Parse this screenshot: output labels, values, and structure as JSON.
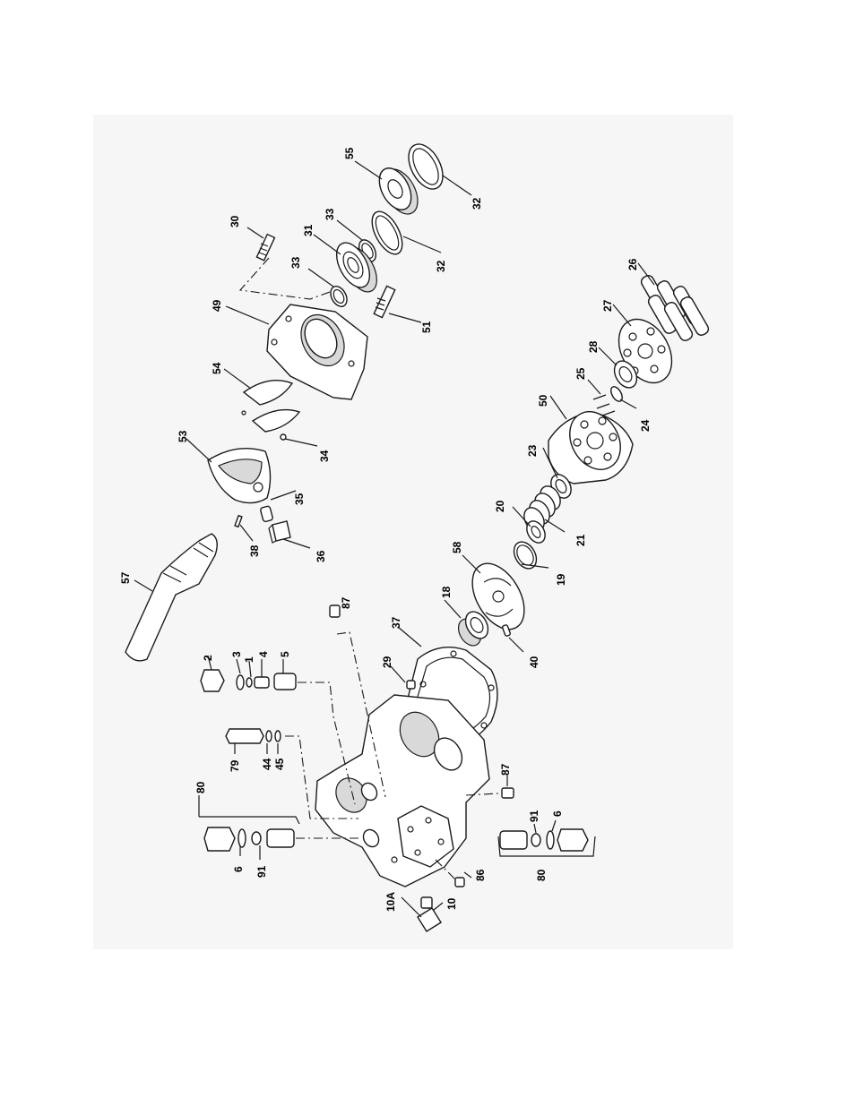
{
  "diagram": {
    "callouts": [
      {
        "key": "c55",
        "text": "55"
      },
      {
        "key": "c32a",
        "text": "32"
      },
      {
        "key": "c33a",
        "text": "33"
      },
      {
        "key": "c32b",
        "text": "32"
      },
      {
        "key": "c30",
        "text": "30"
      },
      {
        "key": "c31",
        "text": "31"
      },
      {
        "key": "c33b",
        "text": "33"
      },
      {
        "key": "c49",
        "text": "49"
      },
      {
        "key": "c51",
        "text": "51"
      },
      {
        "key": "c54",
        "text": "54"
      },
      {
        "key": "c53",
        "text": "53"
      },
      {
        "key": "c34",
        "text": "34"
      },
      {
        "key": "c35",
        "text": "35"
      },
      {
        "key": "c38",
        "text": "38"
      },
      {
        "key": "c36",
        "text": "36"
      },
      {
        "key": "c57",
        "text": "57"
      },
      {
        "key": "c26",
        "text": "26"
      },
      {
        "key": "c27",
        "text": "27"
      },
      {
        "key": "c28",
        "text": "28"
      },
      {
        "key": "c25",
        "text": "25"
      },
      {
        "key": "c24",
        "text": "24"
      },
      {
        "key": "c50",
        "text": "50"
      },
      {
        "key": "c23",
        "text": "23"
      },
      {
        "key": "c20",
        "text": "20"
      },
      {
        "key": "c21",
        "text": "21"
      },
      {
        "key": "c19",
        "text": "19"
      },
      {
        "key": "c58",
        "text": "58"
      },
      {
        "key": "c18",
        "text": "18"
      },
      {
        "key": "c40",
        "text": "40"
      },
      {
        "key": "c37",
        "text": "37"
      },
      {
        "key": "c87a",
        "text": "87"
      },
      {
        "key": "c29",
        "text": "29"
      },
      {
        "key": "c2",
        "text": "2"
      },
      {
        "key": "c3",
        "text": "3"
      },
      {
        "key": "c1",
        "text": "1"
      },
      {
        "key": "c4",
        "text": "4"
      },
      {
        "key": "c5",
        "text": "5"
      },
      {
        "key": "c79",
        "text": "79"
      },
      {
        "key": "c44",
        "text": "44"
      },
      {
        "key": "c45",
        "text": "45"
      },
      {
        "key": "c80a",
        "text": "80"
      },
      {
        "key": "c6a",
        "text": "6"
      },
      {
        "key": "c91a",
        "text": "91"
      },
      {
        "key": "c87b",
        "text": "87"
      },
      {
        "key": "c91b",
        "text": "91"
      },
      {
        "key": "c6b",
        "text": "6"
      },
      {
        "key": "c80b",
        "text": "80"
      },
      {
        "key": "c86",
        "text": "86"
      },
      {
        "key": "c10A",
        "text": "10A"
      },
      {
        "key": "c10",
        "text": "10"
      }
    ]
  }
}
